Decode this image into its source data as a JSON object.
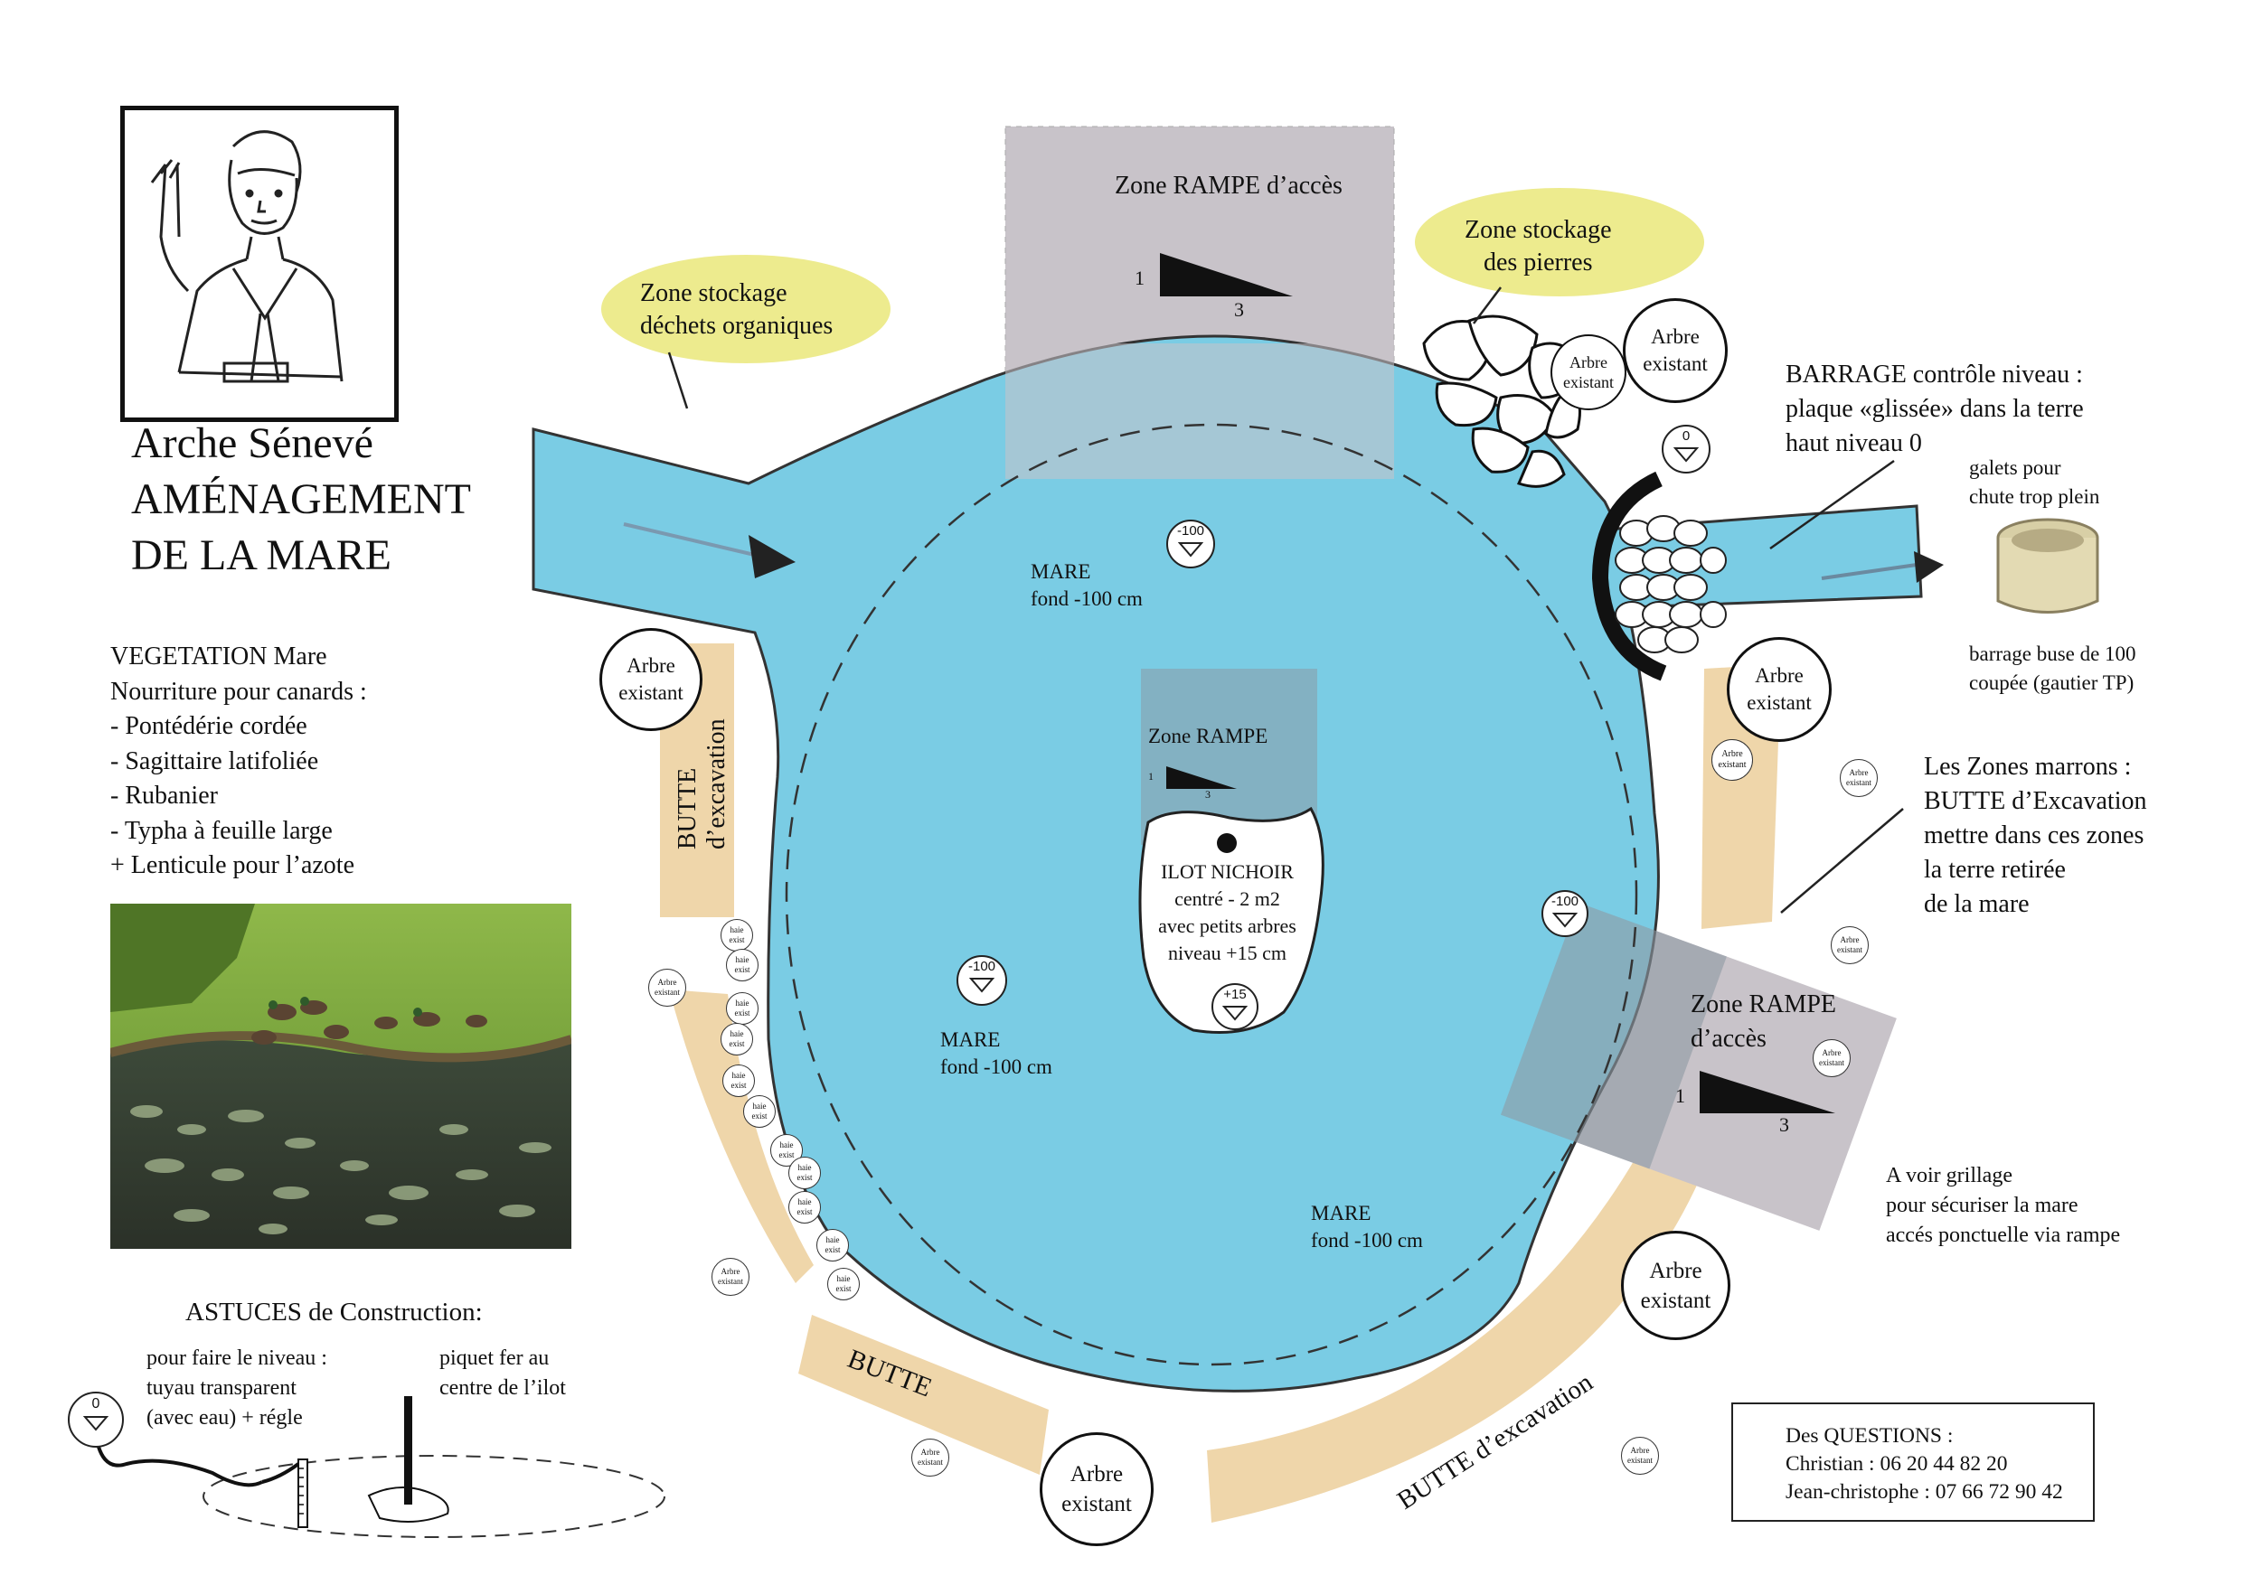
{
  "header": {
    "title_line1": "Arche Sénevé",
    "title_line2": "AMÉNAGEMENT",
    "title_line3": "DE LA MARE"
  },
  "vegetation": {
    "lines": [
      "VEGETATION Mare",
      "Nourriture pour canards :",
      "- Pontédérie cordée",
      "- Sagittaire  latifoliée",
      "- Rubanier",
      "- Typha à feuille large",
      "+ Lenticule pour l’azote"
    ]
  },
  "zones": {
    "ramp_top": "Zone RAMPE d’accès",
    "ramp_top_slope": {
      "rise": "1",
      "run": "3"
    },
    "storage_organic": [
      "Zone  stockage",
      "déchets organiques"
    ],
    "storage_stones": [
      "Zone  stockage",
      "des pierres"
    ],
    "ramp_center": "Zone RAMPE",
    "ramp_center_slope": {
      "rise": "1",
      "run": "3"
    },
    "ramp_right": [
      "Zone RAMPE",
      "d’accès"
    ],
    "ramp_right_slope": {
      "rise": "1",
      "run": "3"
    }
  },
  "pond": {
    "labels": [
      [
        "MARE",
        "fond -100 cm"
      ],
      [
        "MARE",
        "fond -100 cm"
      ],
      [
        "MARE",
        "fond -100 cm"
      ]
    ],
    "level_markers": [
      "-100",
      "-100",
      "-100",
      "+15",
      "0"
    ],
    "island": [
      "ILOT NICHOIR",
      "centré - 2 m2",
      "avec petits arbres",
      "niveau +15 cm"
    ]
  },
  "barrage": {
    "text": [
      "BARRAGE contrôle niveau :",
      "plaque «glissée» dans la terre",
      "haut niveau 0"
    ],
    "galets": [
      "galets pour",
      "chute trop plein"
    ],
    "buse": [
      "barrage buse de 100",
      "coupée (gautier TP)"
    ]
  },
  "trees": {
    "big": [
      "Arbre",
      "existant"
    ],
    "small": [
      "Arbre",
      "existant"
    ],
    "hedge": [
      "haie",
      "exist"
    ]
  },
  "buttes": {
    "left": [
      "BUTTE",
      "d’excavation"
    ],
    "bottom": "BUTTE",
    "bottom_right": "BUTTE d’excavation"
  },
  "notes": {
    "brown_zones": [
      "Les Zones marrons :",
      "BUTTE d’Excavation",
      "mettre dans ces zones",
      "la terre retirée",
      "de la mare"
    ],
    "grillage": [
      "A voir grillage",
      "pour sécuriser la mare",
      "accés ponctuelle via rampe"
    ]
  },
  "astuces": {
    "title": "ASTUCES de Construction:",
    "level_tip": [
      "pour faire le niveau :",
      "tuyau transparent",
      "(avec eau) + régle"
    ],
    "stake_tip": [
      "piquet fer au",
      "centre de l’ilot"
    ],
    "level_marker": "0"
  },
  "contact": {
    "title": "Des QUESTIONS :",
    "lines": [
      "Christian : 06 20 44 82 20",
      "Jean-christophe : 07 66 72 90 42"
    ]
  },
  "colors": {
    "water": "#7accE4",
    "butte": "#efd6aa",
    "ramp": "#c8c3c9",
    "storage": "#edeb8e"
  }
}
